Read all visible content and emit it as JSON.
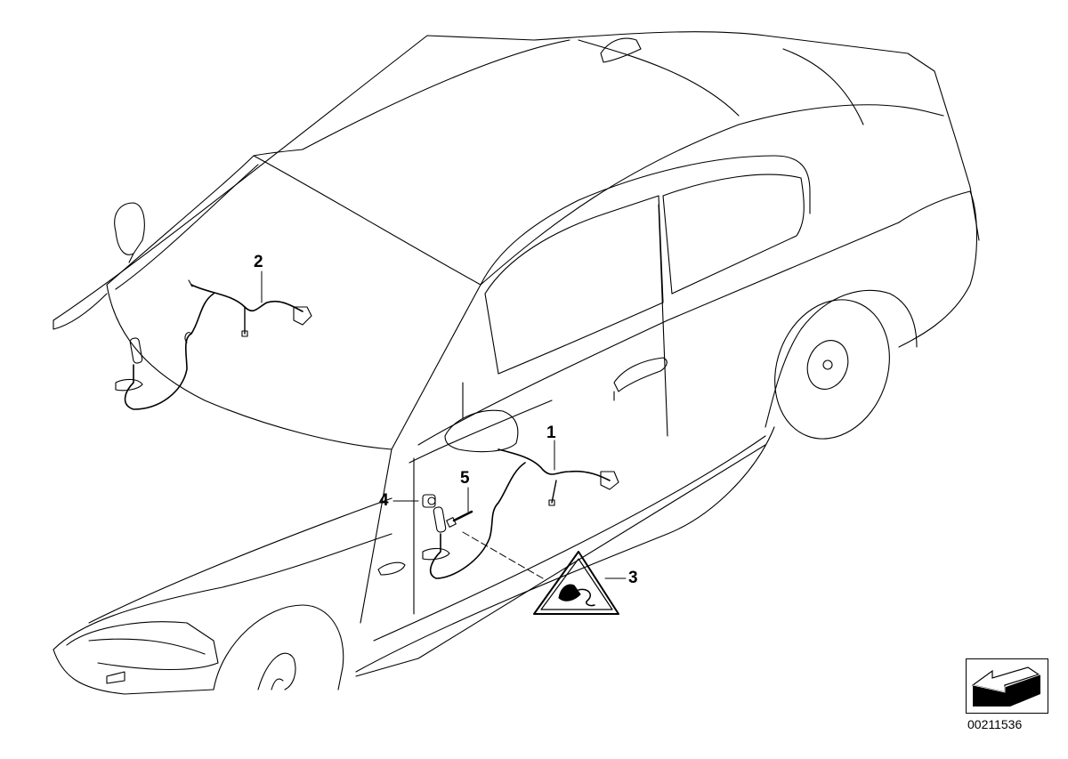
{
  "callouts": {
    "c1": "1",
    "c2": "2",
    "c3": "3",
    "c4": "4",
    "c5": "5"
  },
  "diagram_number": "00211536",
  "icons": {
    "warning_plug": "warning-triangle-plug-icon",
    "navigation": "navigation-arrow-icon"
  },
  "colors": {
    "line": "#000000",
    "background": "#ffffff"
  }
}
